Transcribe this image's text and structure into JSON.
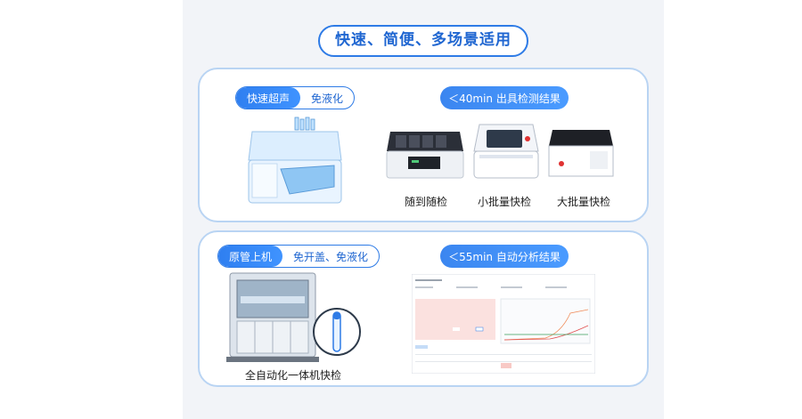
{
  "headline": "快速、简便、多场景适用",
  "top_panel": {
    "feature_primary": "快速超声",
    "feature_secondary": "免液化",
    "result_badge": "＜40min 出具检测结果",
    "devices": [
      {
        "label": "随到随检"
      },
      {
        "label": "小批量快检"
      },
      {
        "label": "大批量快检"
      }
    ]
  },
  "bottom_panel": {
    "feature_primary": "原管上机",
    "feature_secondary": "免开盖、免液化",
    "result_badge": "＜55min 自动分析结果",
    "device_label": "全自动化一体机快检"
  },
  "colors": {
    "accent": "#2e7be6",
    "panel_border": "#b9d4f3",
    "background": "#f2f4f8"
  }
}
